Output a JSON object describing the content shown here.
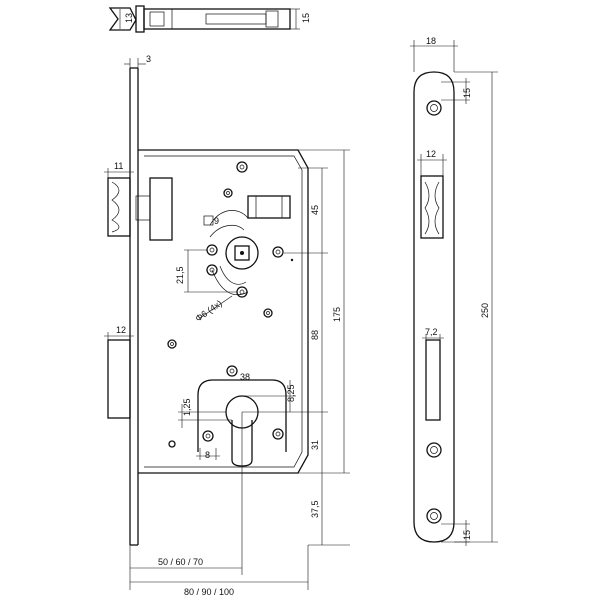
{
  "dimensions": {
    "top_bolt_height": "13",
    "top_bolt_width": "15",
    "faceplate_thickness": "3",
    "latch_width": "11",
    "square_spindle": "9",
    "spindle_to_top": "45",
    "hole_spacing": "21,5",
    "screw_holes": "Φ6 (4x)",
    "total_height": "175",
    "spindle_to_cylinder": "88",
    "cylinder_diameter": "38",
    "cyl_offset_a": "8,25",
    "cyl_offset_b": "1,25",
    "cyl_hole_spacing": "8",
    "cyl_to_bottom": "31",
    "bottom_margin": "37,5",
    "lower_bolt_width": "12",
    "backset": "50 / 60 / 70",
    "case_depth": "80 / 90 / 100",
    "faceplate_width": "18",
    "faceplate_hole_top": "15",
    "strike_latch_width": "12",
    "strike_bolt_width": "7,2",
    "faceplate_length": "250",
    "faceplate_hole_bottom": "15"
  }
}
